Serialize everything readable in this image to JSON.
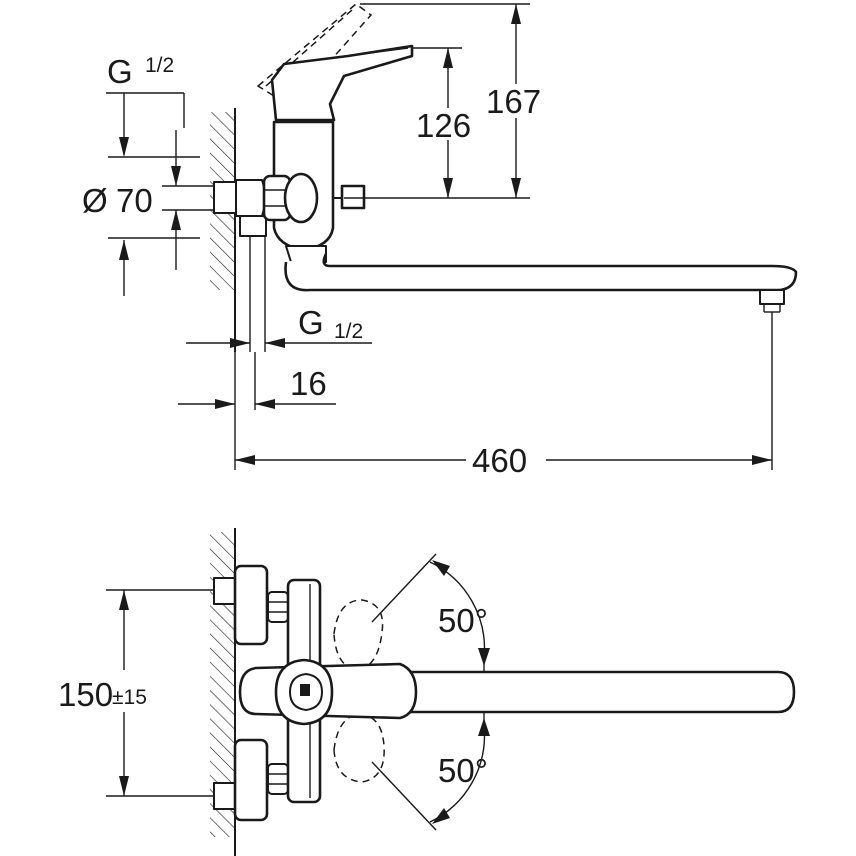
{
  "labels": {
    "g_thread_top": "G",
    "g_thread_top_fraction": "1/2",
    "g_thread_mid": "G",
    "g_thread_mid_fraction": "1/2",
    "dia_symbol": "Ø",
    "dia_value": "70",
    "dim_126": "126",
    "dim_167": "167",
    "dim_16": "16",
    "dim_460": "460",
    "dim_150": "150",
    "dim_150_tol": "±15",
    "angle_top": "50°",
    "angle_bottom": "50°"
  },
  "colors": {
    "line": "#1a1a1a",
    "background": "#ffffff"
  }
}
